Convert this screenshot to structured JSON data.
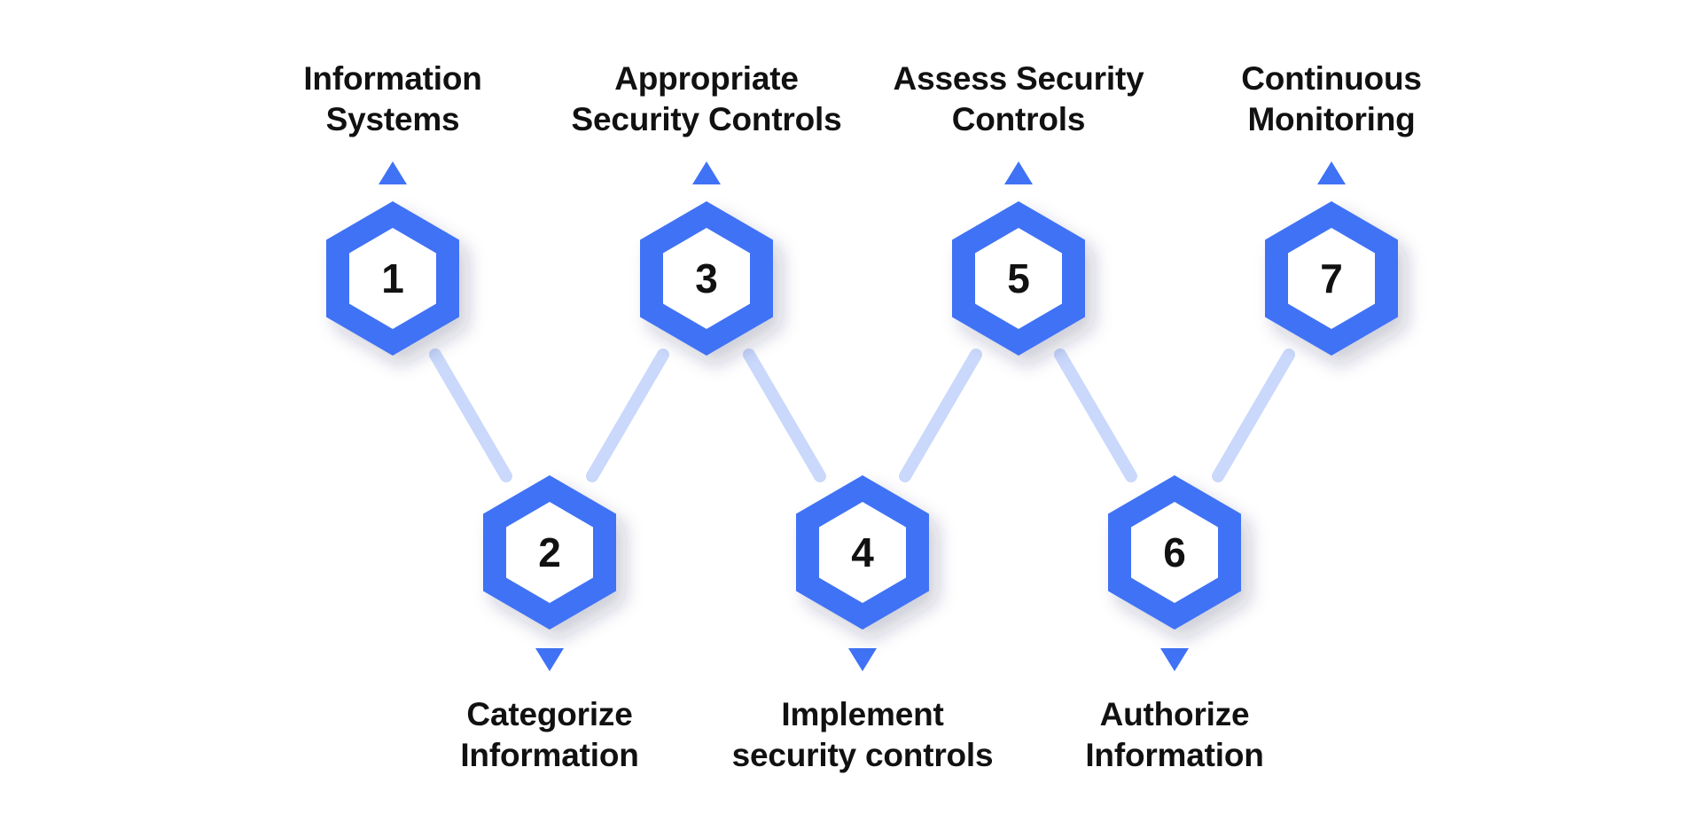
{
  "colors": {
    "accent": "#3F72F5",
    "connector": "#C9D8FB",
    "text": "#111111",
    "hex_inner": "#FFFFFF"
  },
  "steps": [
    {
      "number": "1",
      "line1": "Information",
      "line2": "Systems"
    },
    {
      "number": "2",
      "line1": "Categorize",
      "line2": "Information"
    },
    {
      "number": "3",
      "line1": "Appropriate",
      "line2": "Security Controls"
    },
    {
      "number": "4",
      "line1": "Implement",
      "line2": "security controls"
    },
    {
      "number": "5",
      "line1": "Assess Security",
      "line2": "Controls"
    },
    {
      "number": "6",
      "line1": "Authorize",
      "line2": "Information"
    },
    {
      "number": "7",
      "line1": "Continuous",
      "line2": "Monitoring"
    }
  ]
}
